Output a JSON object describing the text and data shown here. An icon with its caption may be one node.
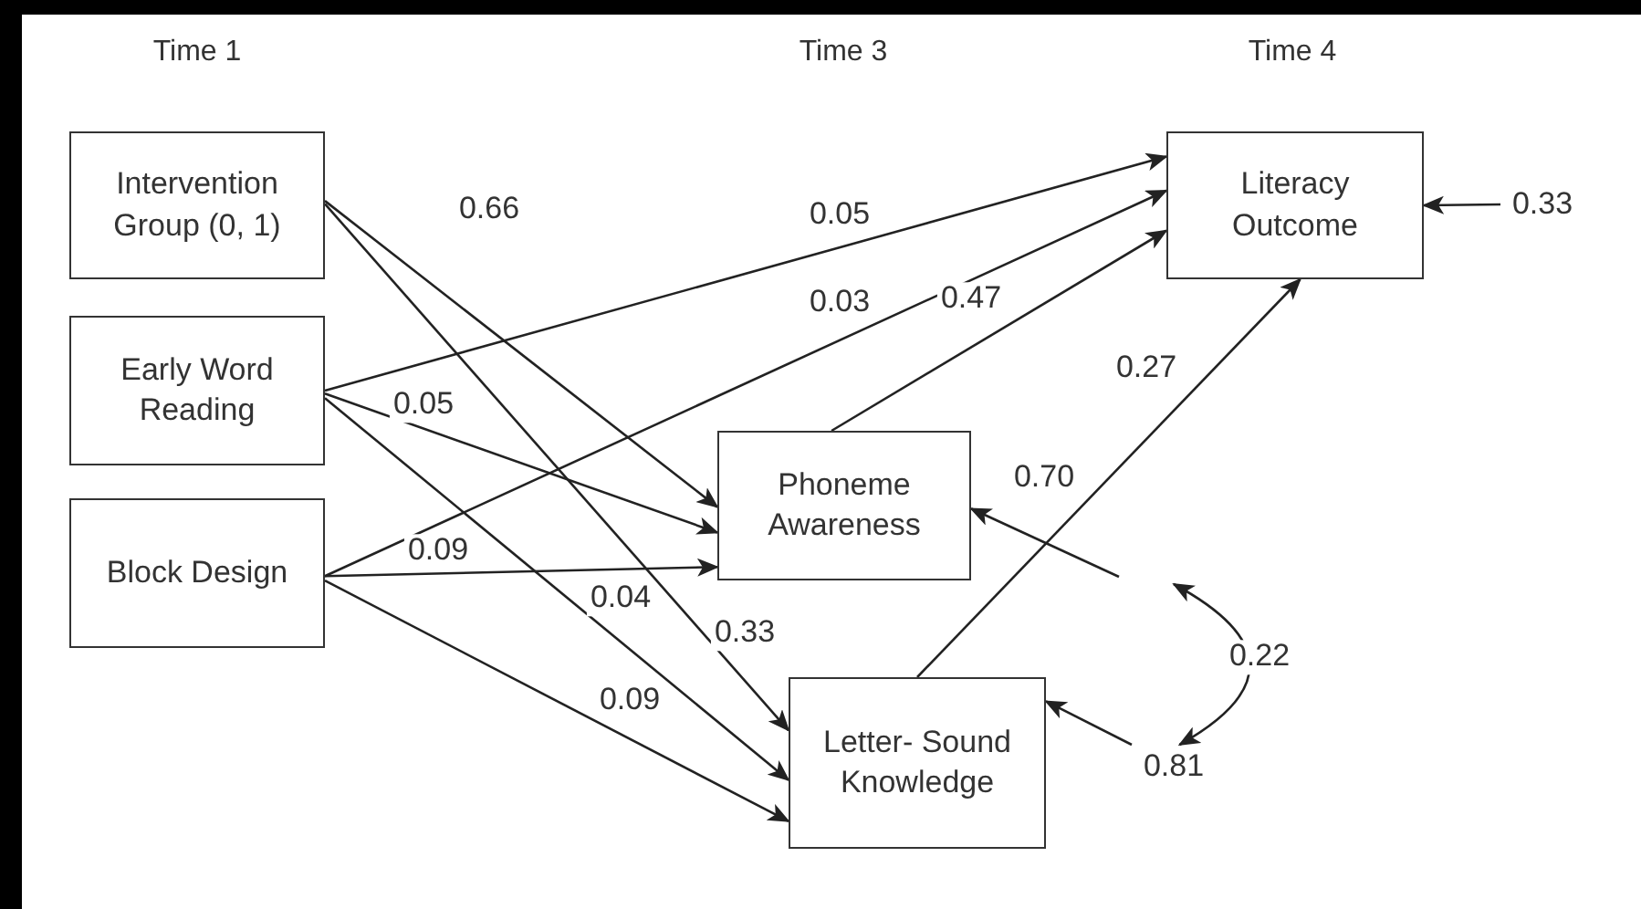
{
  "diagram": {
    "nodes": [
      {
        "text": [
          "Intervention Group (0, 1)"
        ]
      },
      {
        "text": [
          "Early Word Reading"
        ]
      },
      {
        "text": [
          "Block Design"
        ]
      },
      {
        "text": [
          "Phoneme Awareness"
        ]
      },
      {
        "text": [
          "Letter- Sound Knowledge"
        ]
      },
      {
        "text": [
          "Literacy Outcome"
        ]
      },
      {
        "text": [
          "0.33"
        ]
      },
      {
        "text": [
          "0.81"
        ]
      }
    ],
    "edges": [
      {
        "from": 0,
        "to": 3,
        "arrow": "to",
        "label": "0.66"
      },
      {
        "from": 0,
        "to": 4,
        "arrow": "to",
        "label": "0.33"
      },
      {
        "from": 1,
        "to": 5,
        "arrow": "to",
        "label": "0.05"
      },
      {
        "from": 1,
        "to": 3,
        "arrow": "to",
        "label": "0.05"
      },
      {
        "from": 1,
        "to": 4,
        "arrow": "to",
        "label": "0.04"
      },
      {
        "from": 2,
        "to": 5,
        "arrow": "to",
        "label": "0.03"
      },
      {
        "from": 2,
        "to": 3,
        "arrow": "to",
        "label": "0.09"
      },
      {
        "from": 2,
        "to": 4,
        "arrow": "to",
        "label": "0.09"
      },
      {
        "from": 3,
        "to": 5,
        "arrow": "to",
        "label": "0.47"
      },
      {
        "from": 4,
        "to": 5,
        "arrow": "to",
        "label": "0.27"
      },
      {
        "from": null,
        "to": 3,
        "arrow": "to",
        "label": "0.70"
      },
      {
        "from": 7,
        "to": 4,
        "arrow": "to"
      },
      {
        "from": 6,
        "to": 5,
        "arrow": "to"
      },
      {
        "from": null,
        "to": 7,
        "arrow": "both",
        "label": "0.22"
      }
    ],
    "labels": [
      "Time 1",
      "Time 3",
      "Time 4"
    ]
  }
}
